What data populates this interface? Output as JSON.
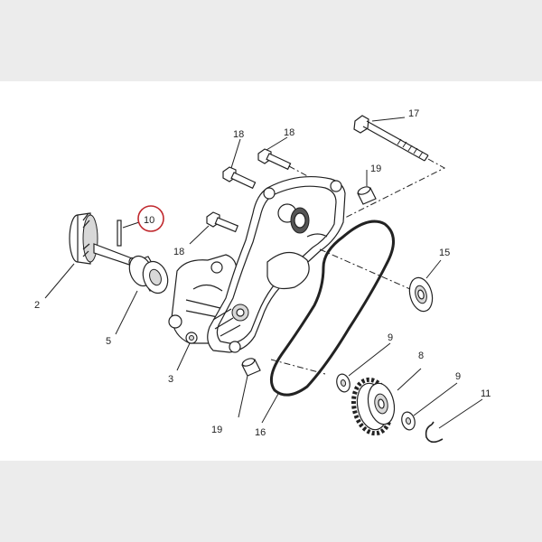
{
  "callouts": {
    "c17": "17",
    "c18a": "18",
    "c18b": "18",
    "c18c": "18",
    "c19a": "19",
    "c19b": "19",
    "c10": "10",
    "c15": "15",
    "c2": "2",
    "c5": "5",
    "c3": "3",
    "c9a": "9",
    "c9b": "9",
    "c8": "8",
    "c11": "11",
    "c16": "16"
  },
  "colors": {
    "highlight_circle": "#c0282d",
    "ink": "#222222",
    "frame_background": "#ececec",
    "canvas": "#ffffff"
  }
}
